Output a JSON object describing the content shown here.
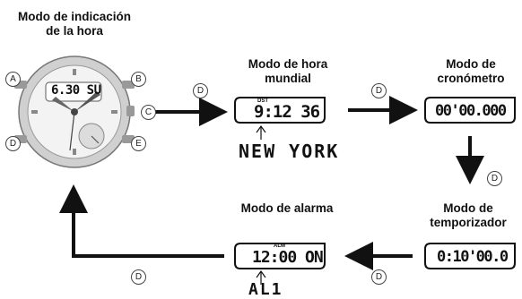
{
  "modes": {
    "timekeeping": {
      "title_line1": "Modo de indicación",
      "title_line2": "de la hora",
      "display": "6.30 SU"
    },
    "world_time": {
      "title_line1": "Modo de hora",
      "title_line2": "mundial",
      "dst_label": "DST",
      "display": "9:12 36",
      "city": "NEW YORK"
    },
    "stopwatch": {
      "title_line1": "Modo de",
      "title_line2": "cronómetro",
      "display": "00'00.000"
    },
    "timer": {
      "title_line1": "Modo de",
      "title_line2": "temporizador",
      "display": "0:10'00.0"
    },
    "alarm": {
      "title": "Modo de alarma",
      "alm_label": "ALM",
      "display": "12:00 ON",
      "alarm_id": "AL1"
    }
  },
  "buttons": {
    "a": "A",
    "b": "B",
    "c": "C",
    "d": "D",
    "e": "E"
  },
  "transition_button": "D",
  "colors": {
    "line": "#111111",
    "watch_gray": "#8a8a8a",
    "watch_light": "#cfcfcf"
  }
}
